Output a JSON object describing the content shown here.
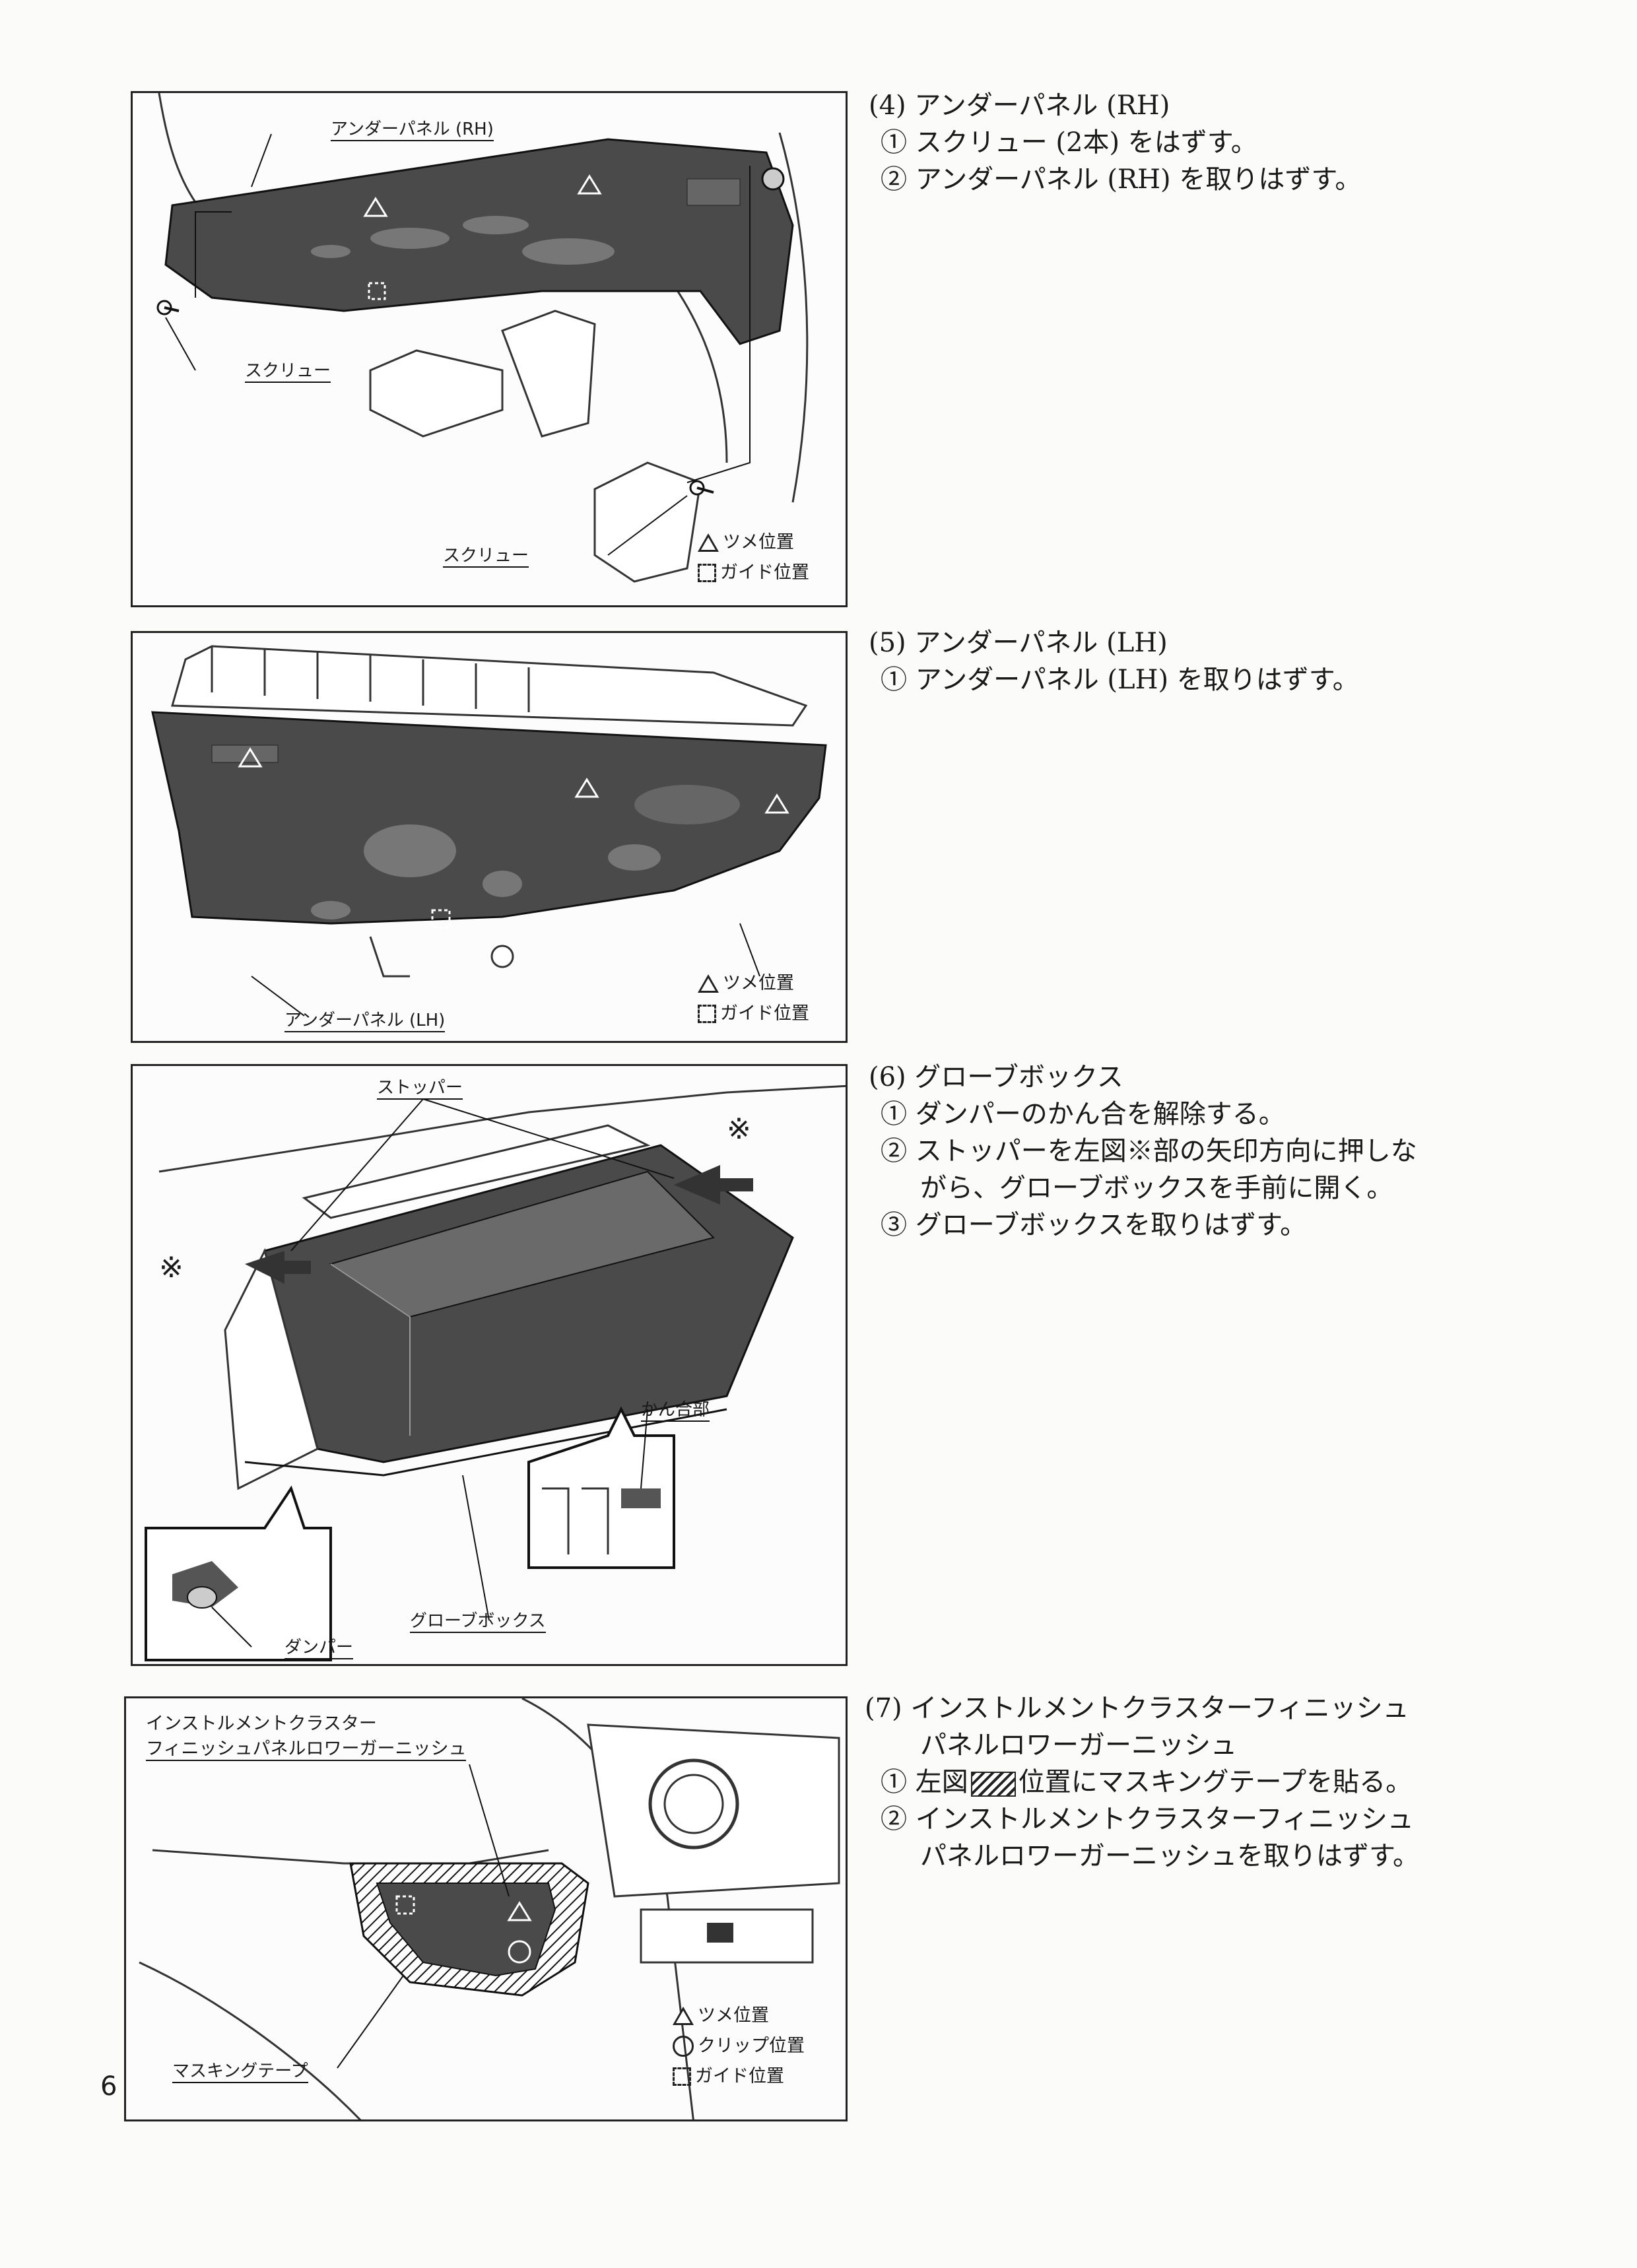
{
  "page_number": "6",
  "figures": {
    "f1": {
      "label_panel": "アンダーパネル (RH)",
      "label_screw_left": "スクリュー",
      "label_screw_bottom": "スクリュー",
      "legend_claw": "ツメ位置",
      "legend_guide": "ガイド位置"
    },
    "f2": {
      "label_panel": "アンダーパネル (LH)",
      "legend_claw": "ツメ位置",
      "legend_guide": "ガイド位置"
    },
    "f3": {
      "label_stopper": "ストッパー",
      "label_mark_right": "※",
      "label_mark_left": "※",
      "label_engage": "かん合部",
      "label_glovebox": "グローブボックス",
      "label_damper": "ダンパー"
    },
    "f4": {
      "label_title_line1": "インストルメントクラスター",
      "label_title_line2": "フィニッシュパネルロワーガーニッシュ",
      "label_masking": "マスキングテープ",
      "legend_claw": "ツメ位置",
      "legend_clip": "クリップ位置",
      "legend_guide": "ガイド位置"
    }
  },
  "steps": {
    "s4": {
      "title": "(4) アンダーパネル (RH)",
      "items": [
        "① スクリュー (2本) をはずす。",
        "② アンダーパネル (RH) を取りはずす。"
      ]
    },
    "s5": {
      "title": "(5) アンダーパネル (LH)",
      "items": [
        "① アンダーパネル (LH) を取りはずす。"
      ]
    },
    "s6": {
      "title": "(6) グローブボックス",
      "items": [
        "① ダンパーのかん合を解除する。",
        "② ストッパーを左図※部の矢印方向に押しな",
        "がら、グローブボックスを手前に開く。",
        "③ グローブボックスを取りはずす。"
      ]
    },
    "s7": {
      "title_line1": "(7) インストルメントクラスターフィニッシュ",
      "title_line2": "パネルロワーガーニッシュ",
      "item1_prefix": "① 左図",
      "item1_suffix": "位置にマスキングテープを貼る。",
      "item2_line1": "② インストルメントクラスターフィニッシュ",
      "item2_line2": "パネルロワーガーニッシュを取りはずす。"
    }
  },
  "colors": {
    "ink": "#1a1a1a",
    "panel_fill": "#4a4a4a",
    "paper": "#fbfbfa"
  }
}
